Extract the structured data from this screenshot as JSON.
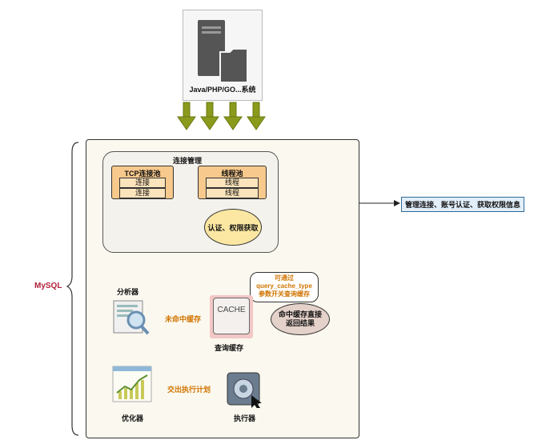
{
  "client": {
    "label": "Java/PHP/GO...系统"
  },
  "mysql_label": "MySQL",
  "connection": {
    "title": "连接管理",
    "tcp_pool": {
      "title": "TCP连接池",
      "items": [
        "连接",
        "连接"
      ]
    },
    "thread_pool": {
      "title": "线程池",
      "items": [
        "线程",
        "线程"
      ]
    },
    "auth": "认证、权限获取"
  },
  "side_note": "管理连接、账号认证、获取权限信息",
  "cache": {
    "icon_text": "CACHE",
    "label": "查询缓存",
    "callout_lines": [
      "可通过",
      "query_cache_type",
      "参数开关查询缓存"
    ],
    "hit_lines": [
      "命中缓存直接",
      "返回结果"
    ],
    "miss_label": "未命中缓存"
  },
  "parser": {
    "label": "分析器"
  },
  "optimizer": {
    "label": "优化器"
  },
  "executor": {
    "label": "执行器"
  },
  "plan_label": "交出执行计划",
  "colors": {
    "arrow_green": "#8a9a1c",
    "pool_orange": "#f7c98c",
    "auth_yellow": "#fbe7a2",
    "label_orange": "#d07400",
    "note_blue": "#2f6b9a"
  }
}
